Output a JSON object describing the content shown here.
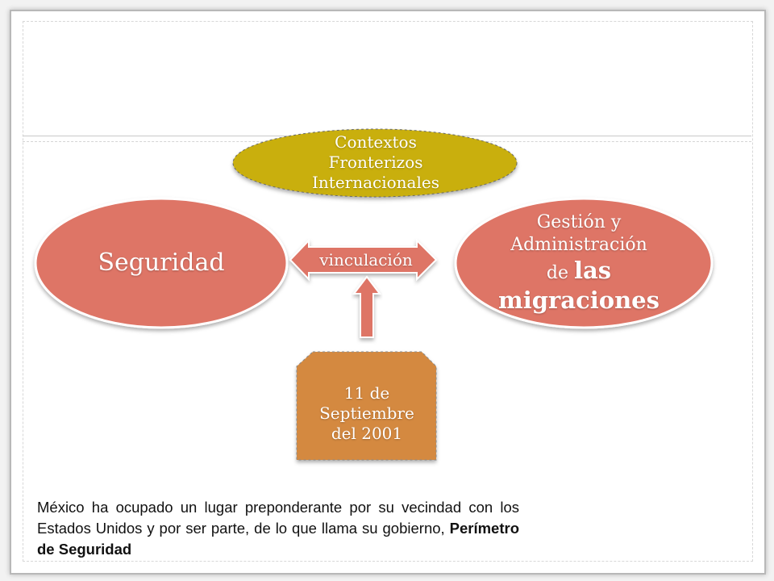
{
  "colors": {
    "context": "#c9af08",
    "seguridad": "#de7466",
    "gestion": "#de7466",
    "arrow": "#de7466",
    "date": "#d4893f",
    "text_light": "#ffffff",
    "text_dark": "#111111"
  },
  "nodes": {
    "context": {
      "line1": "Contextos",
      "line2": "Fronterizos",
      "line3": "Internacionales"
    },
    "seguridad": {
      "label": "Seguridad"
    },
    "gestion": {
      "line1": "Gestión y",
      "line2": "Administración",
      "line3_small": "de",
      "line3_big": "las",
      "line4": "migraciones"
    },
    "vinculacion": {
      "label": "vinculación"
    },
    "date": {
      "line1": "11 de",
      "line2": "Septiembre",
      "line3": "del 2001"
    }
  },
  "caption": {
    "text": "México ha ocupado un lugar preponderante por su vecindad con los Estados Unidos y por ser parte, de lo que llama su gobierno,",
    "bold": "Perímetro de Seguridad"
  }
}
